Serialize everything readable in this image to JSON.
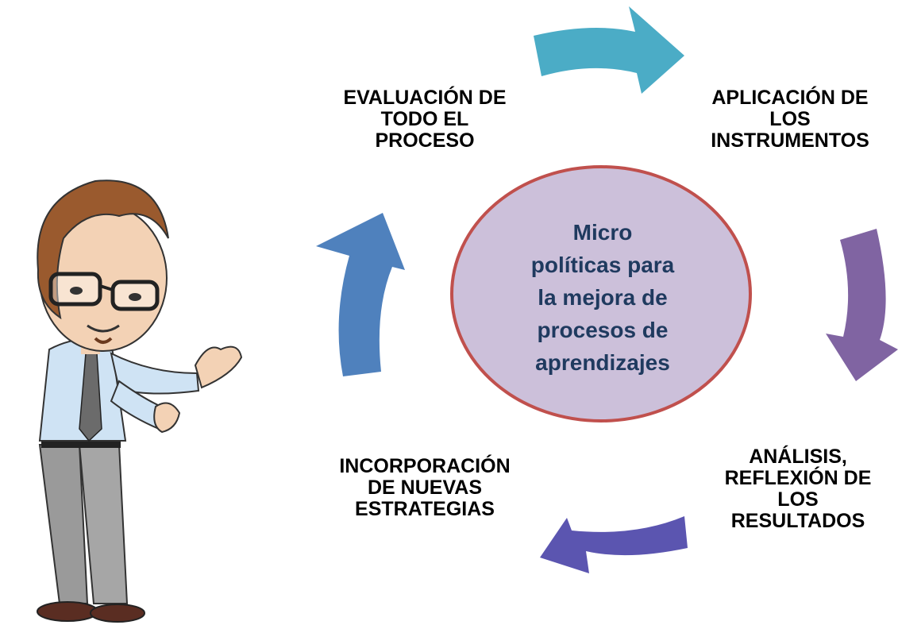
{
  "diagram": {
    "center": {
      "text": "Micro\npolíticas para\nla mejora de\nprocesos de\naprendizajes"
    },
    "steps": [
      {
        "label": "APLICACIÓN DE\nLOS\nINSTRUMENTOS"
      },
      {
        "label": "ANÁLISIS,\nREFLEXIÓN DE\nLOS\nRESULTADOS"
      },
      {
        "label": "INCORPORACIÓN\nDE NUEVAS\nESTRATEGIAS"
      },
      {
        "label": "EVALUACIÓN DE\nTODO EL\nPROCESO"
      }
    ],
    "arrows": [
      {
        "from": "EVALUACIÓN DE TODO EL PROCESO",
        "to": "APLICACIÓN DE LOS INSTRUMENTOS",
        "color": "#4bacc6"
      },
      {
        "from": "APLICACIÓN DE LOS INSTRUMENTOS",
        "to": "ANÁLISIS, REFLEXIÓN DE LOS RESULTADOS",
        "color": "#8064a2"
      },
      {
        "from": "ANÁLISIS, REFLEXIÓN DE LOS RESULTADOS",
        "to": "INCORPORACIÓN DE NUEVAS ESTRATEGIAS",
        "color": "#5b55b0"
      },
      {
        "from": "INCORPORACIÓN DE NUEVAS ESTRATEGIAS",
        "to": "EVALUACIÓN DE TODO EL PROCESO",
        "color": "#4f81bd"
      }
    ],
    "colors": {
      "circle_fill": "#ccc0da",
      "circle_stroke": "#c0504d",
      "center_text": "#1f3a5f"
    }
  }
}
